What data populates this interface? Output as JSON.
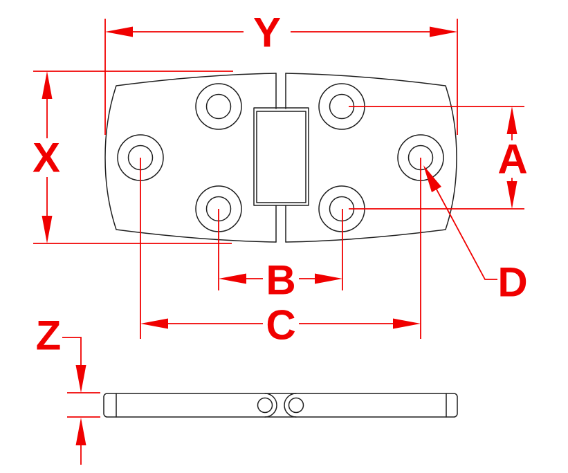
{
  "colors": {
    "dimension_red": "#f00000",
    "line_dark": "#1e1e1e",
    "page_bg": "#ffffff"
  },
  "drawing": {
    "labels": {
      "y": "Y",
      "x": "X",
      "a": "A",
      "b": "B",
      "c": "C",
      "d": "D",
      "z": "Z"
    }
  }
}
